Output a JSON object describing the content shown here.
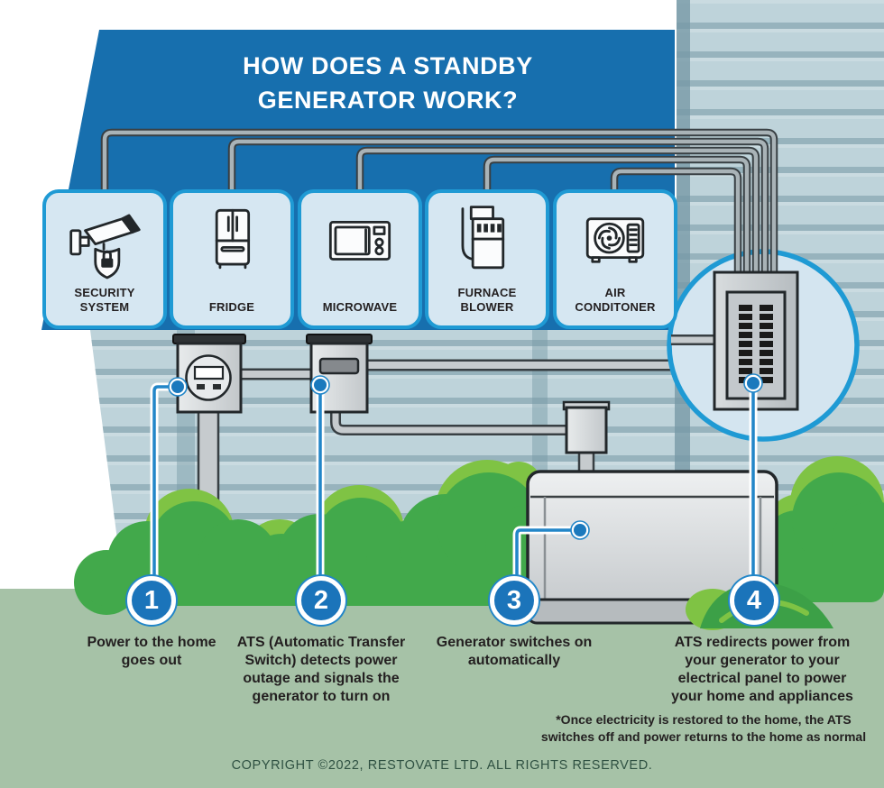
{
  "title": "HOW DOES A STANDBY\nGENERATOR WORK?",
  "appliances": [
    {
      "label": "SECURITY\nSYSTEM",
      "icon": "security-camera-icon"
    },
    {
      "label": "FRIDGE",
      "icon": "fridge-icon"
    },
    {
      "label": "MICROWAVE",
      "icon": "microwave-icon"
    },
    {
      "label": "FURNACE\nBLOWER",
      "icon": "furnace-icon"
    },
    {
      "label": "AIR\nCONDITONER",
      "icon": "air-conditioner-icon"
    }
  ],
  "steps": [
    {
      "number": "1",
      "caption": "Power to the home\ngoes out"
    },
    {
      "number": "2",
      "caption": "ATS (Automatic Transfer\nSwitch) detects power\noutage and signals the\ngenerator to turn on"
    },
    {
      "number": "3",
      "caption": "Generator switches on\nautomatically"
    },
    {
      "number": "4",
      "caption": "ATS redirects power from\nyour generator to your\nelectrical panel to power\nyour home and appliances"
    }
  ],
  "footnote": "*Once electricity is restored to the home, the ATS\nswitches off and power returns to the home as normal",
  "copyright": "COPYRIGHT ©2022, RESTOVATE LTD. ALL RIGHTS RESERVED.",
  "equipment": [
    "electric-meter",
    "automatic-transfer-switch",
    "generator",
    "electrical-panel"
  ],
  "colors": {
    "banner_blue": "#176fae",
    "card_bg": "#d6e7f2",
    "card_border": "#1f9ad4",
    "wall": "#bed3da",
    "wall_stripe": "#7d9eaa",
    "grass": "#a6c2a7",
    "bush_green": "#42a94b",
    "bush_highlight": "#7fc344",
    "step_circle_blue": "#1b74ba",
    "leader_blue": "#2286c8",
    "wire_gray": "#a9b3b7",
    "wire_outline": "#383f43",
    "text_dark": "#231f20",
    "copyright_green": "#2f5142"
  }
}
